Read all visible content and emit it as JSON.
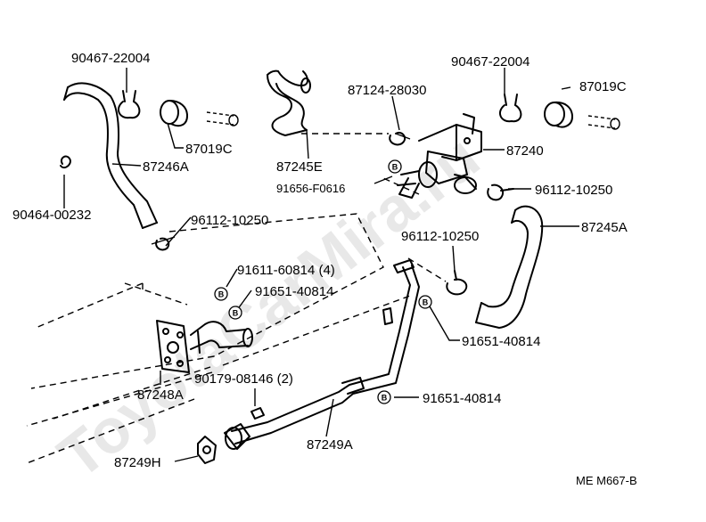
{
  "watermark": "ToyotaCarMira.ru",
  "diagram_code": "ME M667-B",
  "labels": {
    "clamp_left_top": "90467-22004",
    "clamp_right_top": "90467-22004",
    "hose_87246A": "87246A",
    "hose_87245E": "87245E",
    "hose_87245A": "87245A",
    "grommet_left": "87019C",
    "grommet_right": "87019C",
    "part_87124": "87124-28030",
    "valve_87240": "87240",
    "bolt_91656": "91656-F0616",
    "clip_90464": "90464-00232",
    "clamp_96112_left": "96112-10250",
    "clamp_96112_mid": "96112-10250",
    "clamp_96112_right": "96112-10250",
    "bolt_91611": "91611-60814 (4)",
    "bolt_91651_a": "91651-40814",
    "bolt_91651_b": "91651-40814",
    "bolt_91651_c": "91651-40814",
    "flange_87248A": "87248A",
    "nut_90179": "90179-08146 (2)",
    "pipe_87249A": "87249A",
    "gasket_87249H": "87249H"
  },
  "bolt_symbol": "B"
}
